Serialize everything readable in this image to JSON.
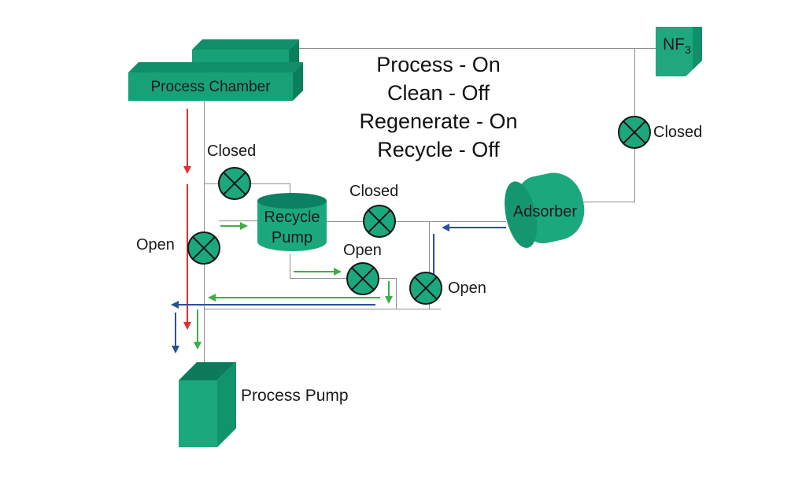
{
  "status": {
    "lines": [
      "Process - On",
      "Clean - Off",
      "Regenerate - On",
      "Recycle - Off"
    ]
  },
  "equipment": {
    "process_chamber": {
      "label": "Process Chamber"
    },
    "nf3_source": {
      "label": "NF",
      "subscript": "3"
    },
    "adsorber": {
      "label": "Adsorber"
    },
    "recycle_pump": {
      "label_line1": "Recycle",
      "label_line2": "Pump"
    },
    "process_pump": {
      "label": "Process Pump"
    }
  },
  "valves": [
    {
      "name": "recycle-branch-valve",
      "label": "Closed"
    },
    {
      "name": "chamber-main-line-valve",
      "label": "Open"
    },
    {
      "name": "recycle-pump-outlet-valve",
      "label": "Closed"
    },
    {
      "name": "recycle-loop-valve",
      "label": "Open"
    },
    {
      "name": "adsorber-return-valve",
      "label": "Open"
    },
    {
      "name": "nf3-supply-valve",
      "label": "Closed"
    }
  ],
  "colors": {
    "equipment_green": "#1ca87d",
    "equipment_green_dark": "#0e8164",
    "pipe_gray": "#8e8e8e",
    "flow_red": "#e62e2e",
    "flow_green": "#3fae49",
    "flow_blue": "#2b4ea2",
    "text": "#1a1a1a"
  }
}
